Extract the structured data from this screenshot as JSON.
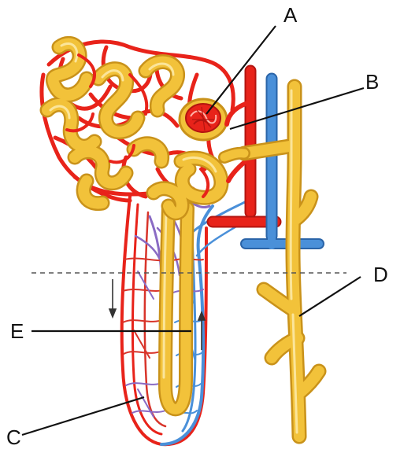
{
  "labels": {
    "a": "A",
    "b": "B",
    "c": "C",
    "d": "D",
    "e": "E"
  },
  "colors": {
    "artery_red": "#e8231a",
    "artery_dark": "#b31510",
    "vein_blue": "#4a90d9",
    "vein_dark": "#2a64a8",
    "tubule_yellow": "#f2c23a",
    "tubule_dark": "#c9921a",
    "capillary_purple": "#8a6bc4",
    "leader_line": "#111111",
    "dashed_line": "#555555"
  }
}
